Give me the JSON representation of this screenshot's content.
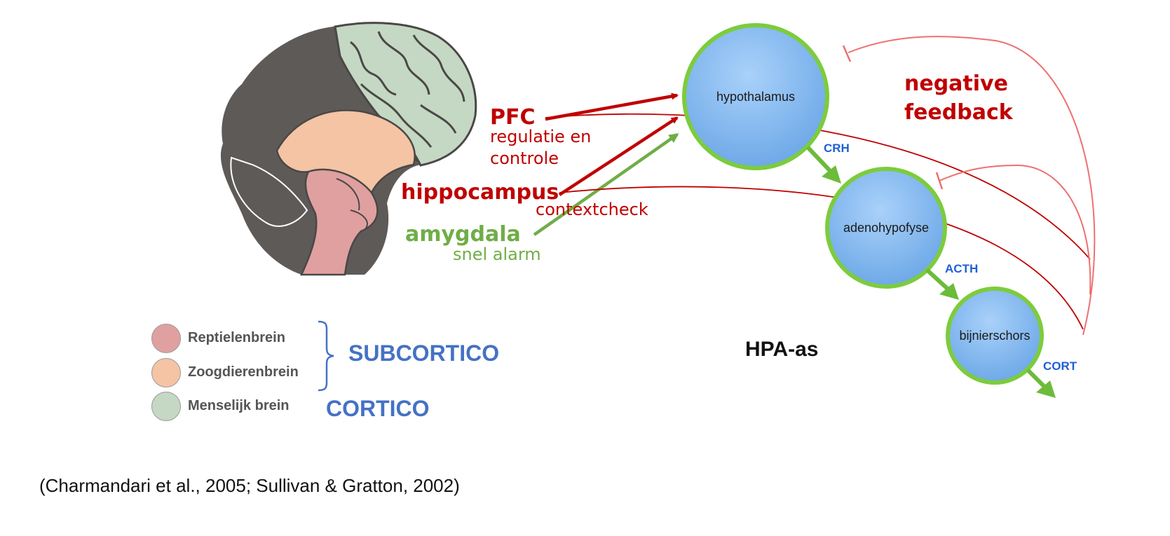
{
  "brain": {
    "labels": {
      "pfc": {
        "name": "PFC",
        "role": "regulatie en\ncontrole"
      },
      "hippocampus": {
        "name": "hippocampus",
        "role": "contextcheck"
      },
      "amygdala": {
        "name": "amygdala",
        "role": "snel alarm"
      }
    },
    "colors": {
      "reptile": "#e0a0a0",
      "mammal": "#f4c4a4",
      "human": "#c4d8c4",
      "dark": "#5d5a58",
      "label_red": "#c00000",
      "label_green": "#70ad47"
    }
  },
  "legend": {
    "items": [
      {
        "label": "Reptielenbrein",
        "color": "#e0a0a0"
      },
      {
        "label": "Zoogdierenbrein",
        "color": "#f4c4a4"
      },
      {
        "label": "Menselijk brein",
        "color": "#c4d8c4"
      }
    ],
    "subcortico": "SUBCORTICO",
    "cortico": "CORTICO"
  },
  "hpa": {
    "title": "HPA-as",
    "nodes": [
      {
        "label": "hypothalamus"
      },
      {
        "label": "adenohypofyse"
      },
      {
        "label": "bijnierschors"
      }
    ],
    "hormones": [
      "CRH",
      "ACTH",
      "CORT"
    ],
    "feedback_label": "negative\nfeedback",
    "colors": {
      "node_fill": "#8fbff0",
      "node_border": "#7ccc3c",
      "arrow_green": "#6dbb3a",
      "feedback_line": "#ee7070"
    }
  },
  "citation": "(Charmandari et al., 2005; Sullivan & Gratton, 2002)"
}
